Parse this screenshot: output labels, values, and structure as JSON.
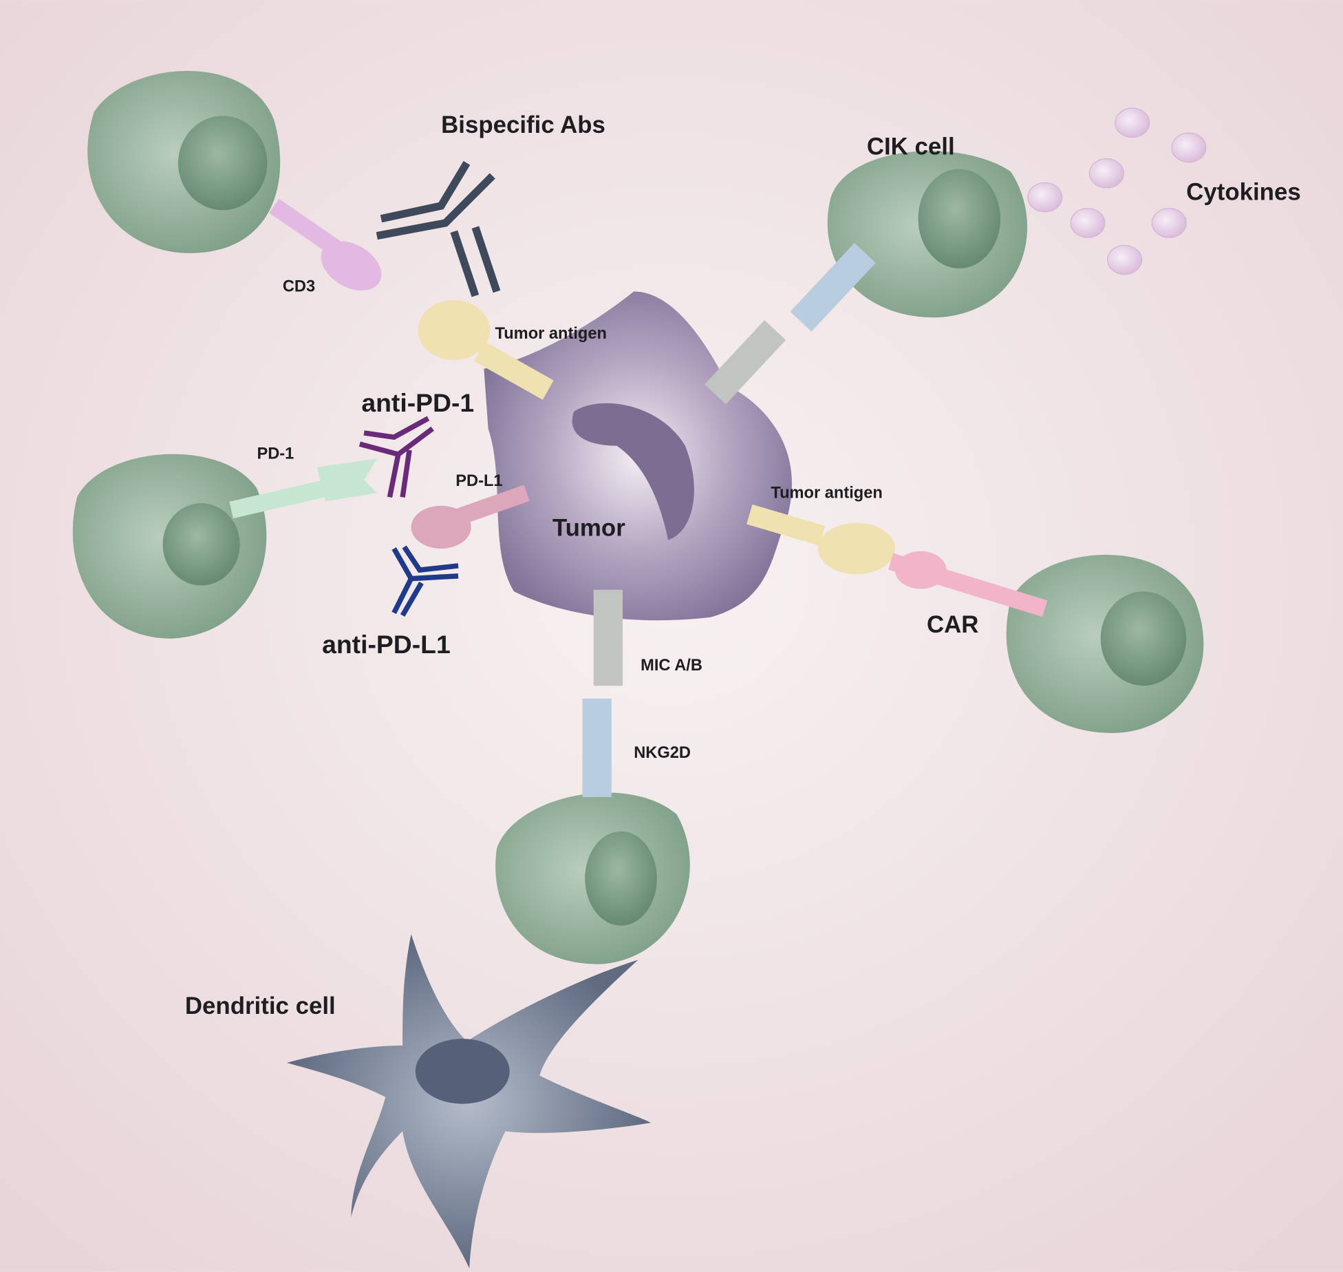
{
  "labels": {
    "bispecific": "Bispecific Abs",
    "cik_cell": "CIK cell",
    "cytokines": "Cytokines",
    "cd3": "CD3",
    "tumor_antigen_top": "Tumor antigen",
    "anti_pd1": "anti-PD-1",
    "pd1": "PD-1",
    "pdl1": "PD-L1",
    "tumor": "Tumor",
    "tumor_antigen_right": "Tumor antigen",
    "car": "CAR",
    "anti_pdl1": "anti-PD-L1",
    "mic": "MIC A/B",
    "nkg2d": "NKG2D",
    "dendritic": "Dendritic cell"
  },
  "colors": {
    "background": "#efe3e5",
    "cik_cell": "#8fae96",
    "tumor": "#8a7b9c",
    "dendritic": "#6f7a90",
    "bispecific_ab": "#3e4a5c",
    "anti_pd1": "#6a2a7a",
    "anti_pdl1": "#1f3a8a",
    "cytokine": "#e6cde6"
  }
}
